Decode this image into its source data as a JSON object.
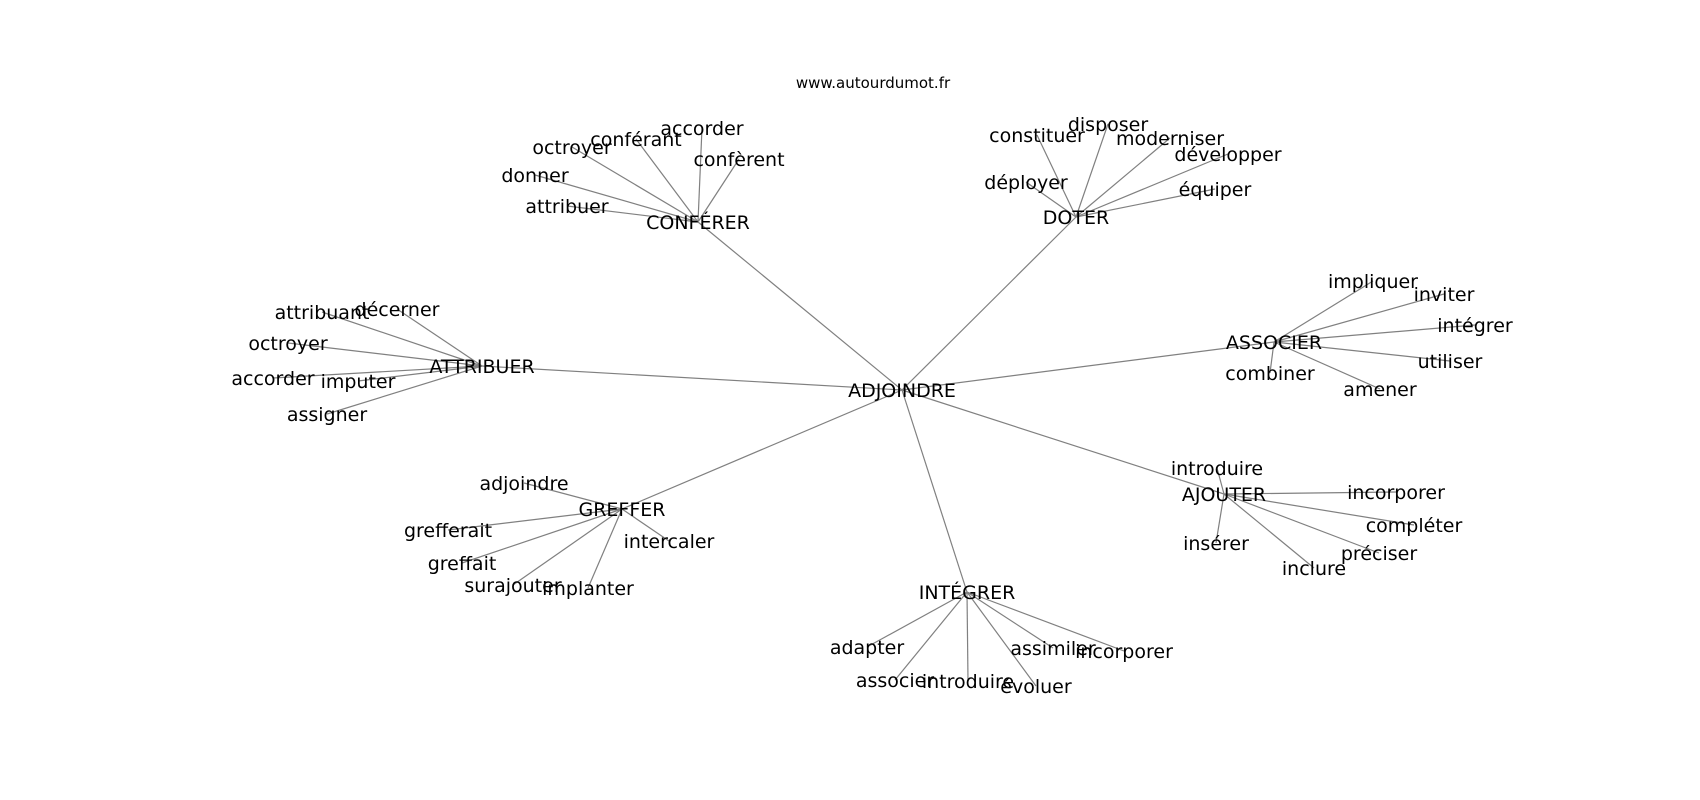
{
  "site": "www.autourdumot.fr",
  "center": "ADJOINDRE",
  "hubs": [
    {
      "id": "conferer",
      "label": "CONFÉRER",
      "leaves": [
        "accorder",
        "conférant",
        "octroyer",
        "confèrent",
        "donner",
        "attribuer"
      ]
    },
    {
      "id": "doter",
      "label": "DOTER",
      "leaves": [
        "disposer",
        "constituer",
        "moderniser",
        "développer",
        "déployer",
        "équiper"
      ]
    },
    {
      "id": "attribuer",
      "label": "ATTRIBUER",
      "leaves": [
        "décerner",
        "attribuant",
        "octroyer",
        "accorder",
        "imputer",
        "assigner"
      ]
    },
    {
      "id": "associer",
      "label": "ASSOCIER",
      "leaves": [
        "impliquer",
        "inviter",
        "intégrer",
        "utiliser",
        "combiner",
        "amener"
      ]
    },
    {
      "id": "greffer",
      "label": "GREFFER",
      "leaves": [
        "adjoindre",
        "grefferait",
        "greffait",
        "surajouter",
        "implanter",
        "intercaler"
      ]
    },
    {
      "id": "ajouter",
      "label": "AJOUTER",
      "leaves": [
        "introduire",
        "incorporer",
        "compléter",
        "insérer",
        "préciser",
        "inclure"
      ]
    },
    {
      "id": "integrer",
      "label": "INTÉGRER",
      "leaves": [
        "adapter",
        "associer",
        "introduire",
        "évoluer",
        "assimiler",
        "incorporer"
      ]
    }
  ]
}
